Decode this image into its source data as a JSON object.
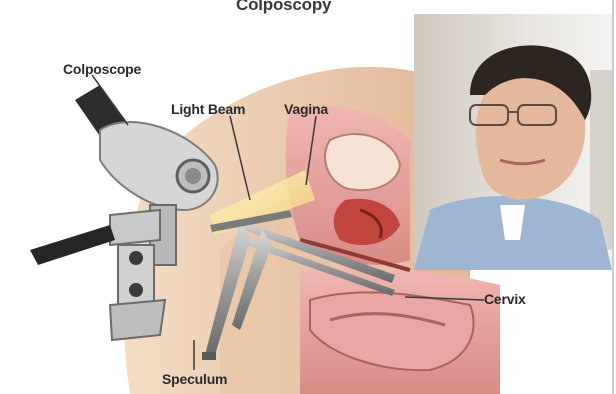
{
  "title": "Colposcopy",
  "labels": {
    "colposcope": "Colposcope",
    "light_beam": "Light Beam",
    "vagina": "Vagina",
    "cervix": "Cervix",
    "speculum": "Speculum"
  },
  "colors": {
    "tissue_pink": "#e6a0a0",
    "tissue_dark": "#c8554f",
    "skin_beige": "#e9c9a9",
    "instrument_gray": "#8a8a8a",
    "sweater_blue": "#9fb6d2",
    "background": "#ffffff"
  }
}
